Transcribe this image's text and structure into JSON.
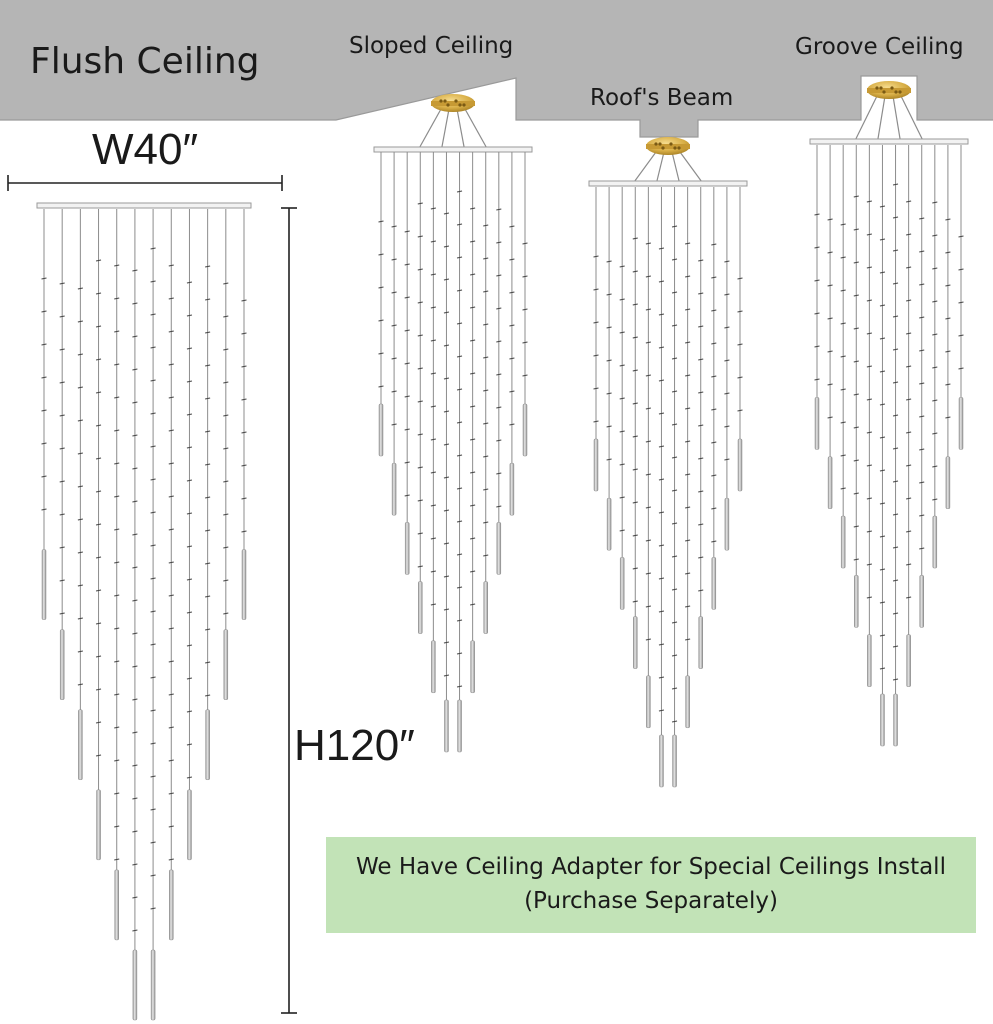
{
  "titles": {
    "flush": "Flush Ceiling",
    "sloped": "Sloped Ceiling",
    "roof_beam": "Roof's Beam",
    "groove": "Groove Ceiling"
  },
  "dimensions": {
    "width": "W40″",
    "height": "H120″"
  },
  "notice": {
    "line1": "We Have Ceiling Adapter for Special Ceilings Install",
    "line2": "(Purchase Separately)"
  },
  "colors": {
    "ceiling": "#b5b5b5",
    "notice_background": "#c2e3b7",
    "canopy_gold": "#d8ae46",
    "wire": "#8c8c8c",
    "crystal_rod": "#b9b9b9"
  },
  "icons": [
    "chandelier-icon",
    "gold-canopy-icon",
    "ceiling-plate-icon"
  ]
}
